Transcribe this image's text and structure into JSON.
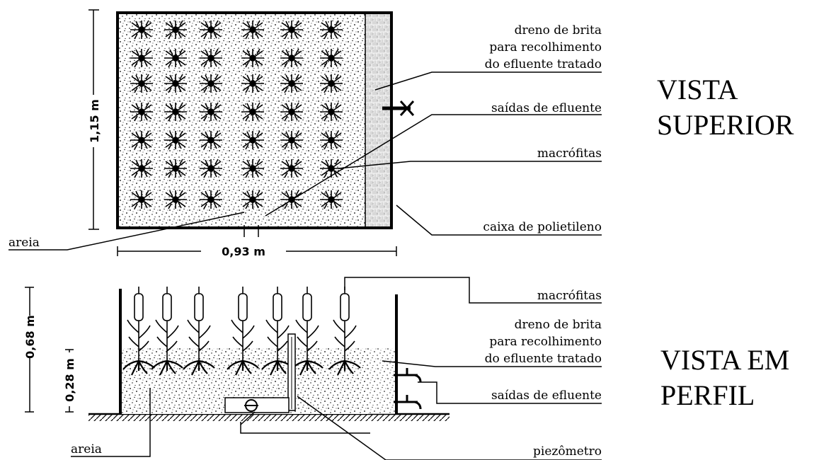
{
  "top_view": {
    "title_line1": "VISTA",
    "title_line2": "SUPERIOR",
    "labels": {
      "drain_line1": "dreno de brita",
      "drain_line2": "para recolhimento",
      "drain_line3": "do efluente tratado",
      "outlets": "saídas de efluente",
      "macrophytes": "macrófitas",
      "box": "caixa de polietileno",
      "sand": "areia"
    },
    "dimensions": {
      "height": "1,15 m",
      "width": "0,93 m"
    }
  },
  "profile_view": {
    "title_line1": "VISTA EM",
    "title_line2": "PERFIL",
    "labels": {
      "macrophytes": "macrófitas",
      "drain_line1": "dreno de brita",
      "drain_line2": "para recolhimento",
      "drain_line3": "do efluente tratado",
      "outlets": "saídas de efluente",
      "sand": "areia",
      "piezometer": "piezômetro"
    },
    "dimensions": {
      "total_height": "0,68 m",
      "sand_height": "0,28 m"
    }
  }
}
